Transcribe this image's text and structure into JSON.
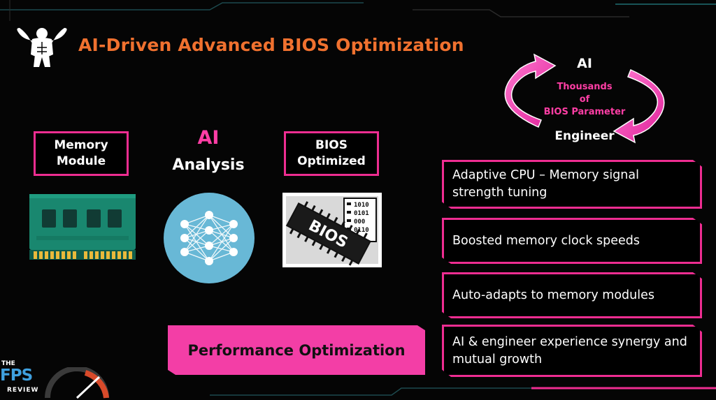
{
  "header": {
    "title": "AI-Driven Advanced BIOS Optimization",
    "logo_icon": "bodybuilder-icon"
  },
  "pipeline": {
    "memory_label": [
      "Memory",
      "Module"
    ],
    "ai_title": "AI",
    "ai_subtitle": "Analysis",
    "bios_label": [
      "BIOS",
      "Optimized"
    ],
    "bios_chip_text": "BIOS",
    "bios_binary": [
      "1010",
      "0101",
      "000",
      "0110"
    ]
  },
  "performance_banner": "Performance Optimization",
  "cycle": {
    "top": "AI",
    "middle": [
      "Thousands",
      "of",
      "BIOS Parameter"
    ],
    "bottom": "Engineer"
  },
  "features": [
    "Adaptive CPU – Memory signal strength tuning",
    "Boosted memory clock speeds",
    "Auto-adapts to memory modules",
    "AI & engineer experience synergy and mutual growth"
  ],
  "watermark": {
    "the": "THE",
    "fps": "FPS",
    "review": "REVIEW"
  },
  "colors": {
    "accent": "#ee2d91",
    "title": "#f0712f",
    "banner": "#f33ea6",
    "logo": "#3fa0de"
  }
}
